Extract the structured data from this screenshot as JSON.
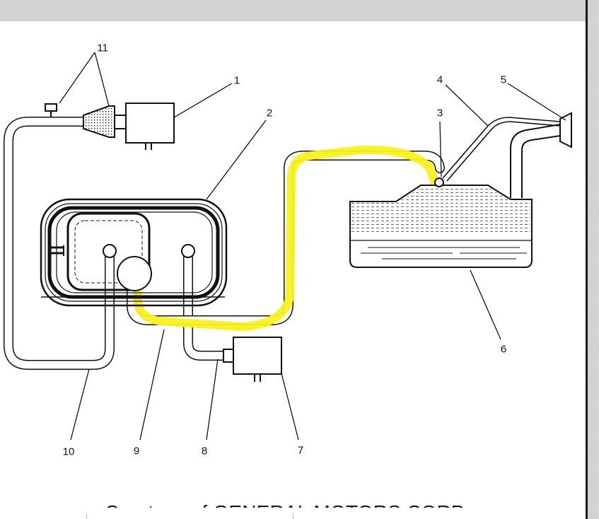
{
  "callouts": [
    "1",
    "2",
    "3",
    "4",
    "5",
    "6",
    "7",
    "8",
    "9",
    "10",
    "11"
  ],
  "caption": "Courtesy of GENERAL MOTORS CORP.",
  "highlight_color": "#f7f21a"
}
